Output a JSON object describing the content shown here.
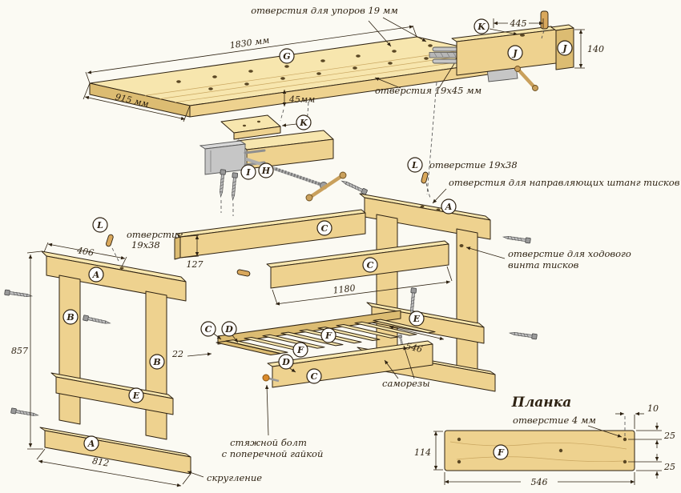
{
  "colors": {
    "paper": "#fbfaf3",
    "ink": "#2e2212",
    "wood-top": "#f7e6ae",
    "wood-face": "#eed28f",
    "wood-side": "#dcbc72",
    "metal": "#c6c6c6",
    "hole": "#5a4724",
    "bolt": "#d98a2b"
  },
  "annotations": {
    "holes_for_stops": "отверстия для упоров 19 мм",
    "holes_19x45": "отверстия 19х45 мм",
    "hole_19x38": "отверстие 19х38",
    "hole_19x38_line1": "отверстие",
    "hole_19x38_line2": "19х38",
    "guide_rod_holes": "отверстия для направляющих штанг тисков",
    "lead_screw_line1": "отверстие для ходового",
    "lead_screw_line2": "винта тисков",
    "self_tapping": "саморезы",
    "tie_bolt_line1": "стяжной болт",
    "tie_bolt_line2": "с поперечной гайкой",
    "rounding": "скругление",
    "hole_4mm": "отверстие 4 мм"
  },
  "detail": {
    "title": "Планка"
  },
  "dimensions": {
    "top_length": "1830 мм",
    "top_width": "915 мм",
    "top_thickness": "45мм",
    "apron_length": "445",
    "apron_height": "140",
    "rail_inset": "406",
    "rail_width": "127",
    "rail_length": "1180",
    "frame_height": "857",
    "slat_thickness": "22",
    "shelf_depth": "546",
    "foot_length": "812",
    "plank_height": "114",
    "plank_length": "546",
    "plank_hole_inset": "10",
    "plank_hole_top": "25",
    "plank_hole_bottom": "25"
  },
  "callouts": {
    "a": "A",
    "b": "B",
    "c": "C",
    "d": "D",
    "e": "E",
    "f": "F",
    "g": "G",
    "h": "H",
    "i": "I",
    "j": "J",
    "k": "K",
    "l": "L"
  }
}
